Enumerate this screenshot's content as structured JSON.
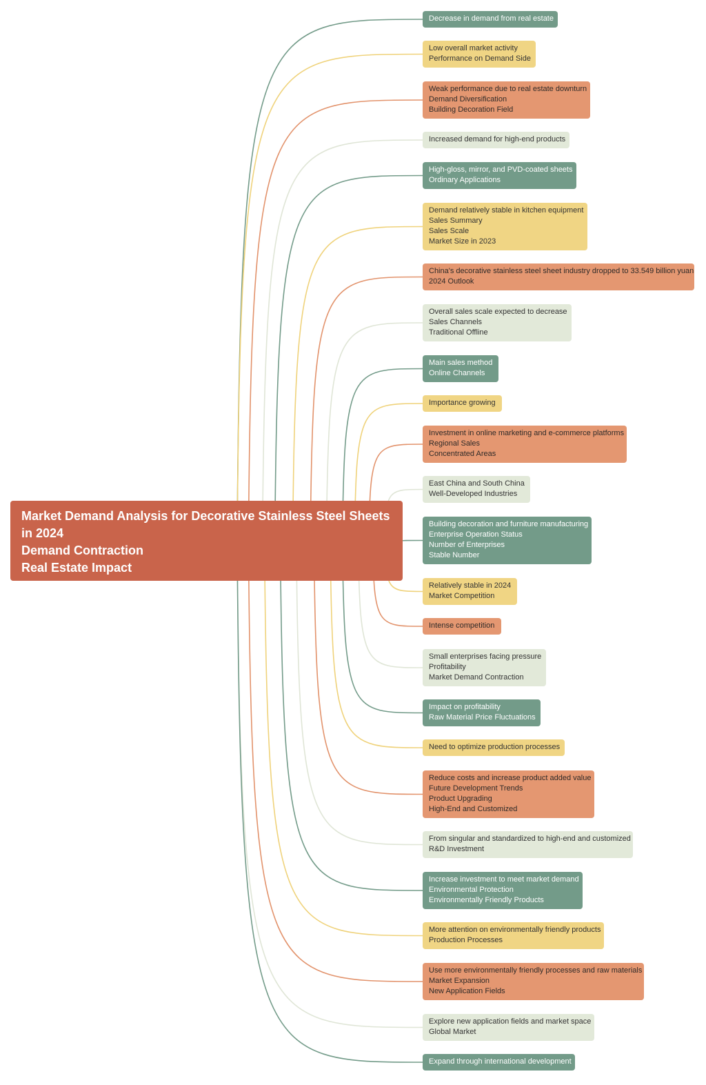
{
  "palette": {
    "root": "#c9644b",
    "green": "#739b89",
    "yellow": "#f0d584",
    "orange": "#e49771",
    "pale": "#e2e9d9",
    "line_green": "#739b89",
    "line_yellow": "#efd27a",
    "line_orange": "#e2926b",
    "line_pale": "#dfe5d6"
  },
  "root": {
    "lines": [
      "Market Demand Analysis for Decorative Stainless Steel Sheets",
      "in 2024",
      "Demand Contraction",
      "Real Estate Impact"
    ]
  },
  "nodes": [
    {
      "color": "green",
      "lines": [
        "Decrease in demand from real estate"
      ]
    },
    {
      "color": "yellow",
      "lines": [
        "Low overall market activity",
        "Performance on Demand Side"
      ]
    },
    {
      "color": "orange",
      "lines": [
        "Weak performance due to real estate downturn",
        "Demand Diversification",
        "Building Decoration Field"
      ]
    },
    {
      "color": "pale",
      "lines": [
        "Increased demand for high-end products"
      ]
    },
    {
      "color": "green",
      "lines": [
        "High-gloss, mirror, and PVD-coated sheets",
        "Ordinary Applications"
      ]
    },
    {
      "color": "yellow",
      "lines": [
        "Demand relatively stable in kitchen equipment",
        "Sales Summary",
        "Sales Scale",
        "Market Size in 2023"
      ]
    },
    {
      "color": "orange",
      "lines": [
        "China's decorative stainless steel sheet industry dropped to 33.549 billion yuan",
        "2024 Outlook"
      ]
    },
    {
      "color": "pale",
      "lines": [
        "Overall sales scale expected to decrease",
        "Sales Channels",
        "Traditional Offline"
      ]
    },
    {
      "color": "green",
      "lines": [
        "Main sales method",
        "Online Channels"
      ]
    },
    {
      "color": "yellow",
      "lines": [
        "Importance growing"
      ]
    },
    {
      "color": "orange",
      "lines": [
        "Investment in online marketing and e-commerce platforms",
        "Regional Sales",
        "Concentrated Areas"
      ]
    },
    {
      "color": "pale",
      "lines": [
        "East China and South China",
        "Well-Developed Industries"
      ]
    },
    {
      "color": "green",
      "lines": [
        "Building decoration and furniture manufacturing",
        "Enterprise Operation Status",
        "Number of Enterprises",
        "Stable Number"
      ]
    },
    {
      "color": "yellow",
      "lines": [
        "Relatively stable in 2024",
        "Market Competition"
      ]
    },
    {
      "color": "orange",
      "lines": [
        "Intense competition"
      ]
    },
    {
      "color": "pale",
      "lines": [
        "Small enterprises facing pressure",
        "Profitability",
        "Market Demand Contraction"
      ]
    },
    {
      "color": "green",
      "lines": [
        "Impact on profitability",
        "Raw Material Price Fluctuations"
      ]
    },
    {
      "color": "yellow",
      "lines": [
        "Need to optimize production processes"
      ]
    },
    {
      "color": "orange",
      "lines": [
        "Reduce costs and increase product added value",
        "Future Development Trends",
        "Product Upgrading",
        "High-End and Customized"
      ]
    },
    {
      "color": "pale",
      "lines": [
        "From singular and standardized to high-end and customized",
        "R&D Investment"
      ]
    },
    {
      "color": "green",
      "lines": [
        "Increase investment to meet market demand",
        "Environmental Protection",
        "Environmentally Friendly Products"
      ]
    },
    {
      "color": "yellow",
      "lines": [
        "More attention on environmentally friendly products",
        "Production Processes"
      ]
    },
    {
      "color": "orange",
      "lines": [
        "Use more environmentally friendly processes and raw materials",
        "Market Expansion",
        "New Application Fields"
      ]
    },
    {
      "color": "pale",
      "lines": [
        "Explore new application fields and market space",
        "Global Market"
      ]
    },
    {
      "color": "green",
      "lines": [
        "Expand through international development"
      ]
    }
  ]
}
